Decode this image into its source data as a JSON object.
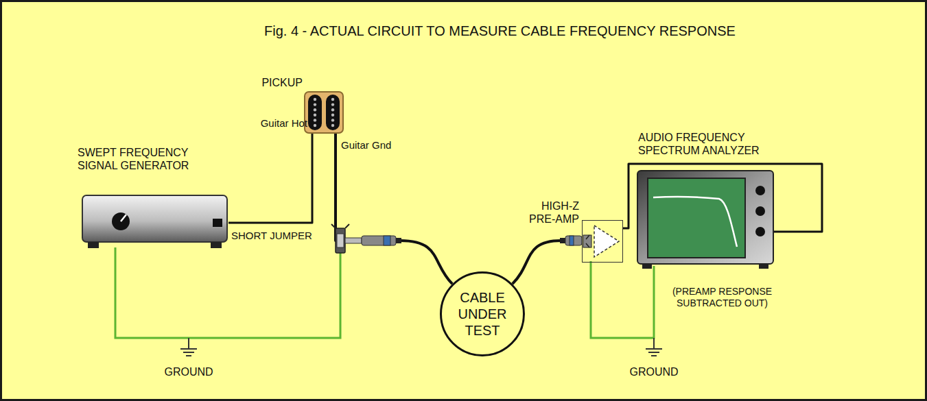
{
  "diagram": {
    "title": "Fig. 4 - ACTUAL CIRCUIT TO MEASURE CABLE FREQUENCY RESPONSE",
    "nodes": [
      {
        "text": [
          "SWEPT FREQUENCY SIGNAL GENERATOR"
        ]
      },
      {
        "text": [
          "PICKUP"
        ]
      },
      {
        "text": [
          "CABLE UNDER TEST"
        ]
      },
      {
        "text": [
          "HIGH-Z PRE-AMP"
        ]
      },
      {
        "text": [
          "AUDIO FREQUENCY SPECTRUM ANALYZER"
        ]
      }
    ],
    "edges": [
      {
        "from": 0,
        "to": 1,
        "arrow": "none"
      },
      {
        "from": 1,
        "to": 2,
        "arrow": "none"
      },
      {
        "from": 2,
        "to": 3,
        "arrow": "none"
      },
      {
        "from": 3,
        "to": 4,
        "arrow": "none"
      }
    ],
    "labels": [
      "Guitar Hot",
      "Guitar Gnd",
      "SHORT JUMPER",
      "(PREAMP RESPONSE SUBTRACTED OUT)",
      "GROUND",
      "GROUND"
    ]
  }
}
